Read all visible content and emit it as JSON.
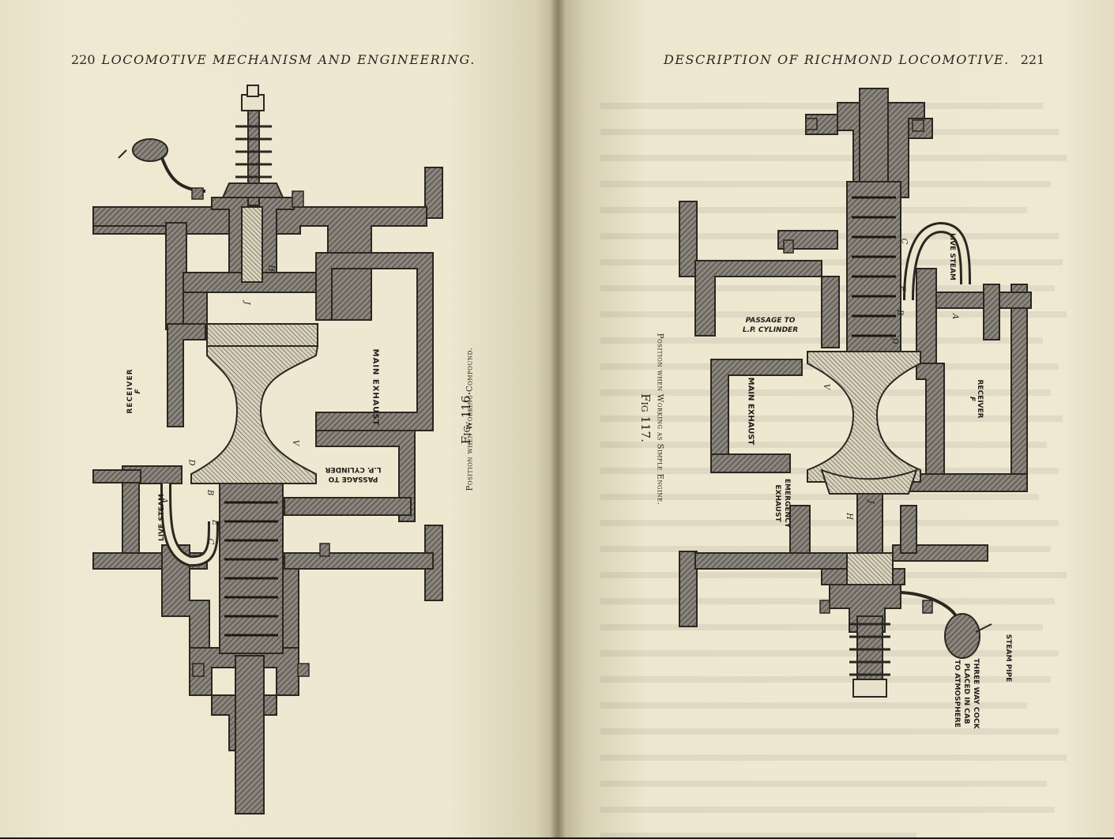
{
  "left_page": {
    "page_number": "220",
    "running_head": "LOCOMOTIVE MECHANISM AND ENGINEERING.",
    "figure_number": "Fig. 116.",
    "figure_caption": "Position when Working Compound.",
    "labels": {
      "receiver": "RECEIVER",
      "receiver_letter": "F",
      "main_exhaust": "MAIN EXHAUST",
      "passage_line1": "PASSAGE TO",
      "passage_line2": "L.P. CYLINDER",
      "live_steam": "LIVE STEAM",
      "letter_h": "H",
      "letter_j": "J",
      "letter_a": "A",
      "letter_b": "B",
      "letter_c": "C",
      "letter_e": "E",
      "letter_d": "D",
      "letter_v": "V"
    }
  },
  "right_page": {
    "page_number": "221",
    "running_head": "DESCRIPTION OF RICHMOND LOCOMOTIVE.",
    "figure_number": "Fig 117.",
    "figure_caption": "Position when Working as Simple Engine.",
    "labels": {
      "live_steam": "LIVE STEAM",
      "passage_line1": "PASSAGE TO",
      "passage_line2": "L.P. CYLINDER",
      "main_exhaust": "MAIN EXHAUST",
      "receiver": "RECEIVER",
      "receiver_letter": "F",
      "emergency_line1": "EMERGENCY",
      "emergency_line2": "EXHAUST",
      "steam_pipe": "STEAM PIPE",
      "cock_line1": "THREE WAY COCK",
      "cock_line2": "PLACED IN CAB",
      "cock_line3": "TO ATMOSPHERE",
      "letter_c": "C",
      "letter_a": "A",
      "letter_h": "H",
      "letter_j": "J",
      "letter_b": "B",
      "letter_d": "D",
      "letter_e": "E",
      "letter_v": "V"
    }
  },
  "colors": {
    "paper": "#ece6cf",
    "ink": "#2a2620",
    "metal": "#7d7870"
  }
}
